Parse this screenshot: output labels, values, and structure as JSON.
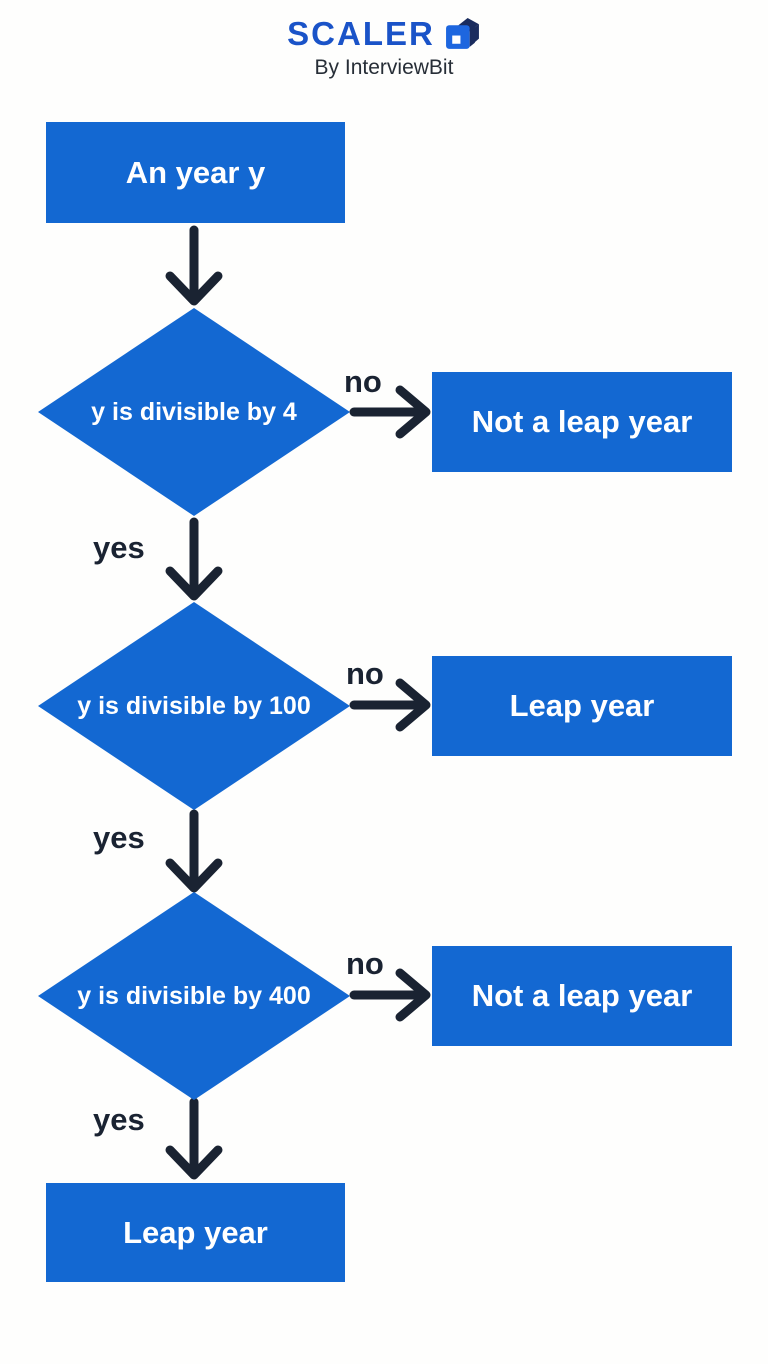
{
  "header": {
    "brand": "SCALER",
    "logo_icon": "cube-icon",
    "tagline": "By InterviewBit"
  },
  "colors": {
    "node_blue": "#1368D2",
    "arrow_dark": "#1A2332",
    "brand_blue": "#1A53C8",
    "tagline_dark": "#272E37",
    "node_text": "#FFFFFF",
    "background": "#FEFEFD"
  },
  "flowchart": {
    "start": {
      "label": "An year y"
    },
    "decisions": [
      {
        "label": "y is divisible by 4",
        "yes_label": "yes",
        "no_label": "no",
        "no_target": "Not a leap year"
      },
      {
        "label": "y is divisible by 100",
        "yes_label": "yes",
        "no_label": "no",
        "no_target": "Leap year"
      },
      {
        "label": "y is divisible by 400",
        "yes_label": "yes",
        "no_label": "no",
        "no_target": "Not a leap year"
      }
    ],
    "end": {
      "label": "Leap year"
    }
  }
}
